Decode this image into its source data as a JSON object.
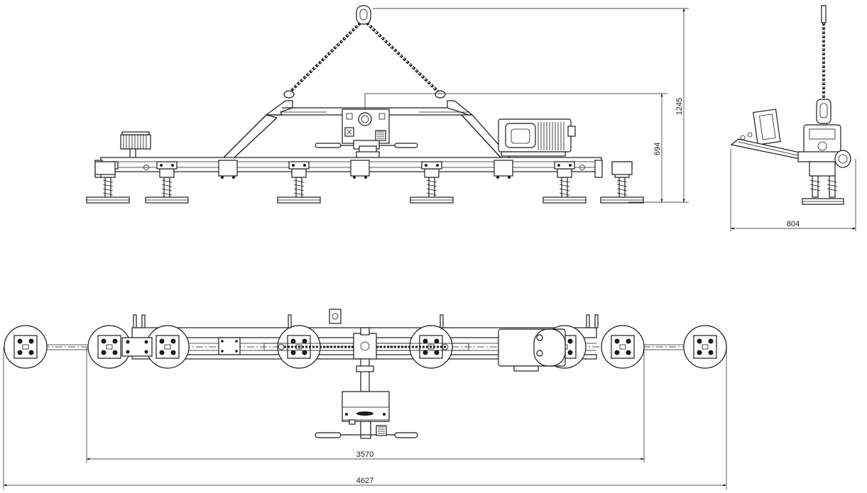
{
  "dimensions": {
    "total_height": "1245",
    "frame_height": "694",
    "side_width": "804",
    "pad_span": "3570",
    "total_length": "4627"
  }
}
